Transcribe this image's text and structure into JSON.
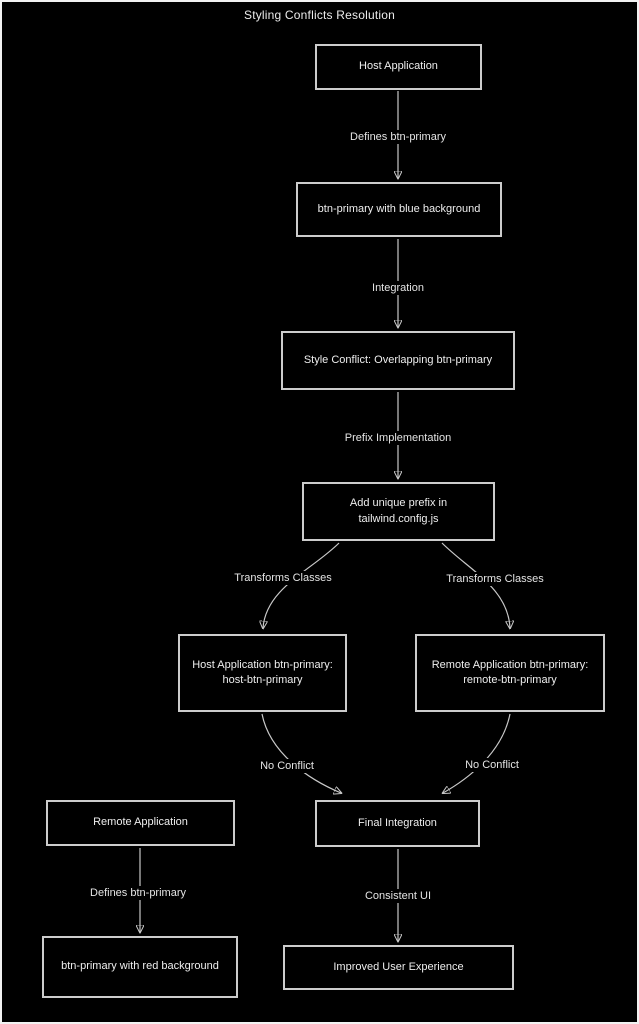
{
  "title": "Styling Conflicts Resolution",
  "diagram_type": "flowchart",
  "colors": {
    "background": "#000000",
    "node_border": "#cccccc",
    "node_fill": "#000000",
    "text": "#eeeeee",
    "edge_line": "#c9c9c9",
    "arrowhead": "#f5f5f5"
  },
  "nodes": {
    "host_app": {
      "label": "Host Application"
    },
    "blue_bg": {
      "label": "btn-primary with blue background"
    },
    "conflict": {
      "label": "Style Conflict: Overlapping btn-primary"
    },
    "prefix": {
      "label": "Add unique prefix in tailwind.config.js"
    },
    "host_btn": {
      "label": "Host Application btn-primary:",
      "label2": "host-btn-primary"
    },
    "remote_btn": {
      "label": "Remote Application btn-primary:",
      "label2": "remote-btn-primary"
    },
    "final": {
      "label": "Final Integration"
    },
    "remote_app": {
      "label": "Remote Application"
    },
    "red_bg": {
      "label": "btn-primary with red background"
    },
    "improved": {
      "label": "Improved User Experience"
    }
  },
  "edges": {
    "defines_host": "Defines btn-primary",
    "integration": "Integration",
    "prefix_impl": "Prefix Implementation",
    "transforms_left": "Transforms Classes",
    "transforms_right": "Transforms Classes",
    "no_conflict_left": "No Conflict",
    "no_conflict_right": "No Conflict",
    "consistent": "Consistent UI",
    "defines_remote": "Defines btn-primary"
  }
}
